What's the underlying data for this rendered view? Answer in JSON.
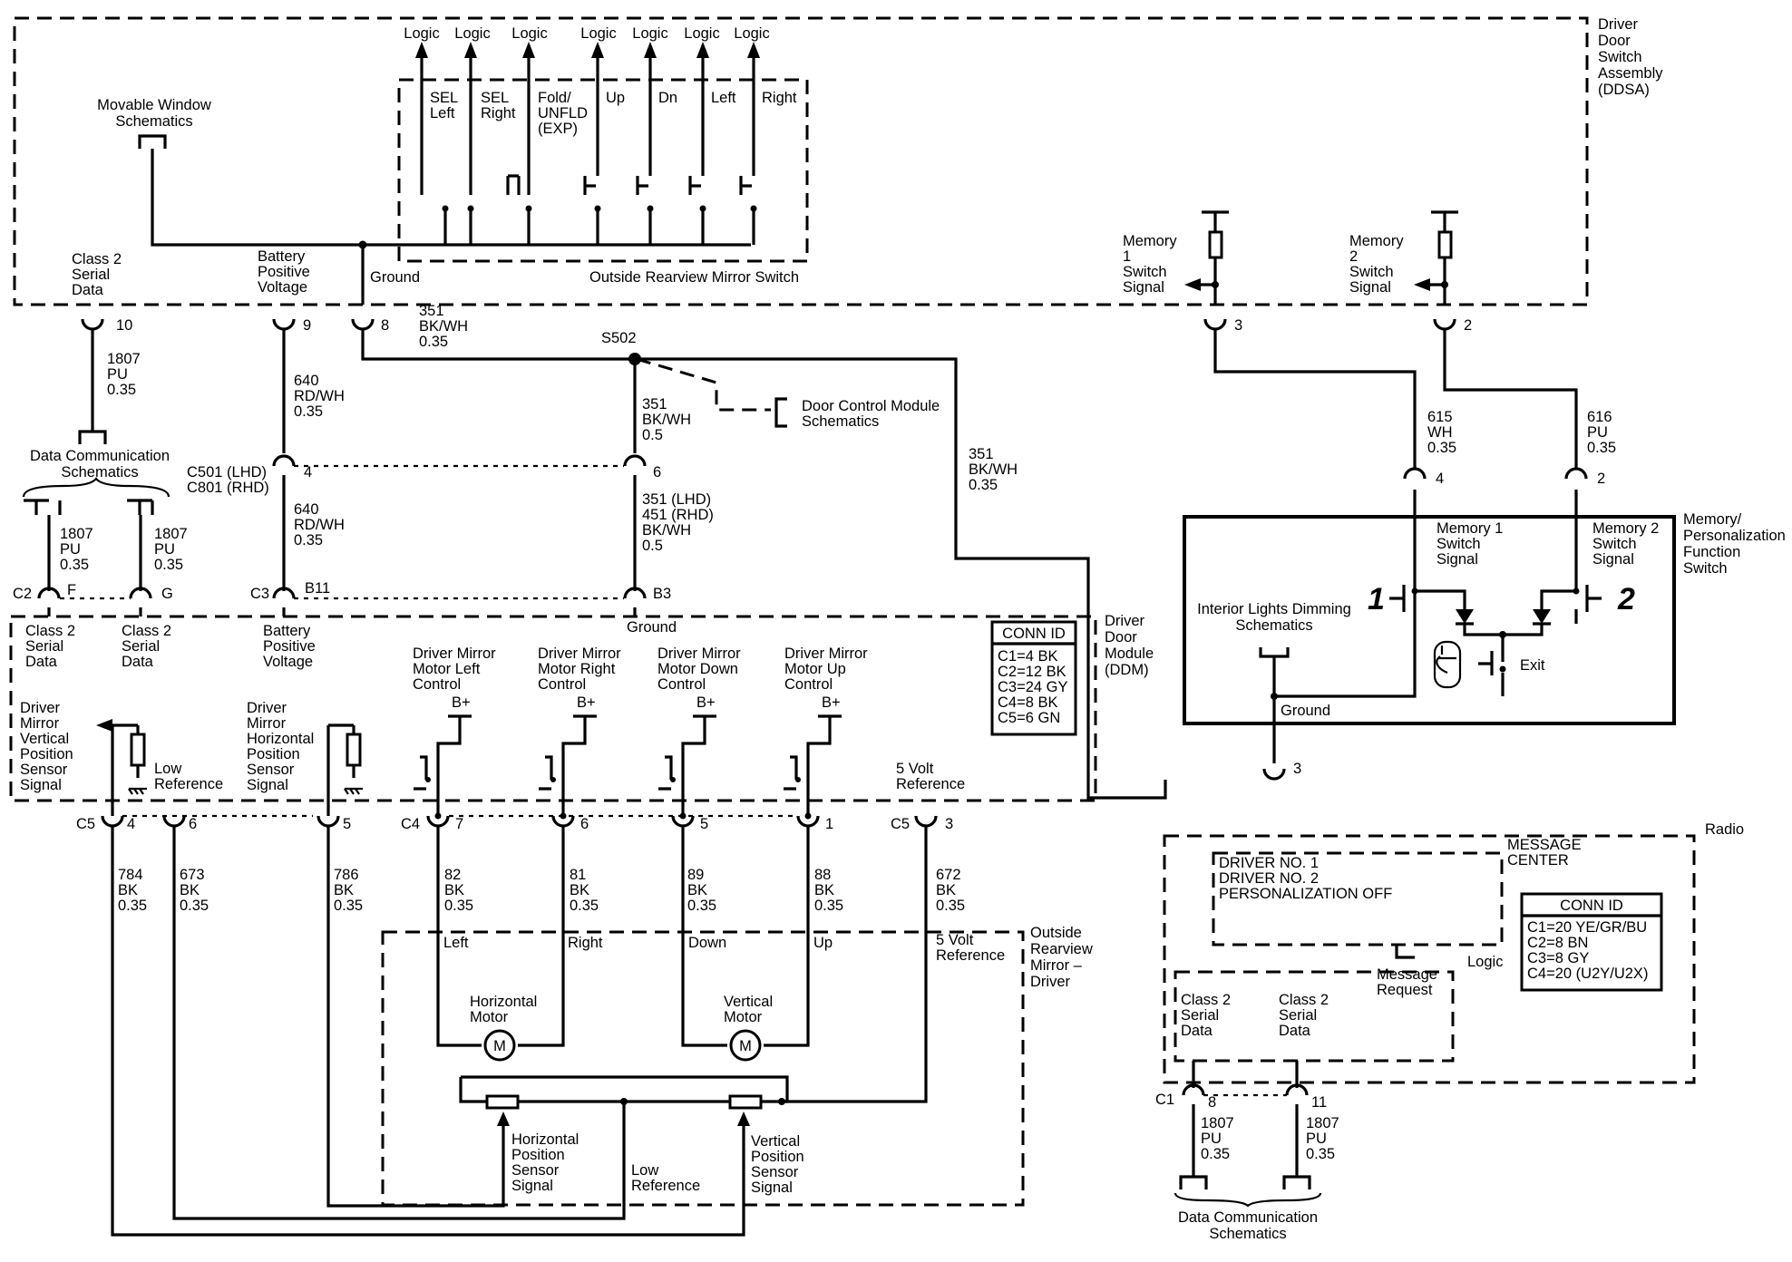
{
  "ddsa": {
    "title": [
      "Driver",
      "Door",
      "Switch",
      "Assembly",
      "(DDSA)"
    ],
    "movable_window": [
      "Movable Window",
      "Schematics"
    ],
    "mirror_switch_label": "Outside Rearview Mirror Switch",
    "logic": [
      "Logic",
      "Logic",
      "Logic",
      "Logic",
      "Logic",
      "Logic",
      "Logic"
    ],
    "switches": [
      [
        "SEL",
        "Left"
      ],
      [
        "SEL",
        "Right"
      ],
      [
        "Fold/",
        "UNFLD",
        "(EXP)"
      ],
      [
        "Up"
      ],
      [
        "Dn"
      ],
      [
        "Left"
      ],
      [
        "Right"
      ]
    ],
    "class2": [
      "Class 2",
      "Serial",
      "Data"
    ],
    "battery": [
      "Battery",
      "Positive",
      "Voltage"
    ],
    "ground": "Ground",
    "memory1": [
      "Memory",
      "1",
      "Switch",
      "Signal"
    ],
    "memory2": [
      "Memory",
      "2",
      "Switch",
      "Signal"
    ],
    "pins": {
      "class2": "10",
      "battery": "9",
      "ground": "8",
      "mem1": "3",
      "mem2": "2"
    }
  },
  "wires": {
    "w1807_top": [
      "1807",
      "PU",
      "0.35"
    ],
    "w351_a": [
      "351",
      "BK/WH",
      "0.35"
    ],
    "w640_a": [
      "640",
      "RD/WH",
      "0.35"
    ],
    "w351_b": [
      "351",
      "BK/WH",
      "0.5"
    ],
    "w351_c": [
      "351",
      "BK/WH",
      "0.35"
    ],
    "w615": [
      "615",
      "WH",
      "0.35"
    ],
    "w616": [
      "616",
      "PU",
      "0.35"
    ],
    "w1807_l": [
      "1807",
      "PU",
      "0.35"
    ],
    "w1807_r": [
      "1807",
      "PU",
      "0.35"
    ],
    "w640_b": [
      "640",
      "RD/WH",
      "0.35"
    ],
    "w351_d": [
      "351 (LHD)",
      "451 (RHD)",
      "BK/WH",
      "0.5"
    ],
    "w784": [
      "784",
      "BK",
      "0.35"
    ],
    "w673": [
      "673",
      "BK",
      "0.35"
    ],
    "w786": [
      "786",
      "BK",
      "0.35"
    ],
    "w82": [
      "82",
      "BK",
      "0.35"
    ],
    "w81": [
      "81",
      "BK",
      "0.35"
    ],
    "w89": [
      "89",
      "BK",
      "0.35"
    ],
    "w88": [
      "88",
      "BK",
      "0.35"
    ],
    "w672": [
      "672",
      "BK",
      "0.35"
    ],
    "w1807_c1": [
      "1807",
      "PU",
      "0.35"
    ],
    "w1807_c2": [
      "1807",
      "PU",
      "0.35"
    ]
  },
  "splice": "S502",
  "door_control": [
    "Door Control Module",
    "Schematics"
  ],
  "data_comm": [
    "Data Communication",
    "Schematics"
  ],
  "data_comm_bottom": [
    "Data Communication",
    "Schematics"
  ],
  "connectors": {
    "c501": [
      "C501 (LHD)",
      "C801 (RHD)"
    ],
    "c501_pins": [
      "4",
      "6"
    ],
    "c2": "C2",
    "c2_pins": [
      "F",
      "G"
    ],
    "c3": "C3",
    "c3_pins": [
      "B11",
      "B3"
    ],
    "c5": "C5",
    "c5_pins": [
      "4",
      "6",
      "5",
      "3"
    ],
    "c5b": "C5",
    "c4": "C4",
    "c4_pins": [
      "7",
      "6",
      "5",
      "1"
    ],
    "mp_pins": [
      "4",
      "2"
    ],
    "mp_ground_pin": "3",
    "c1": "C1",
    "c1_pins": [
      "8",
      "11"
    ]
  },
  "ddm": {
    "title": [
      "Driver",
      "Door",
      "Module",
      "(DDM)"
    ],
    "class2_left": [
      "Class 2",
      "Serial",
      "Data"
    ],
    "class2_right": [
      "Class 2",
      "Serial",
      "Data"
    ],
    "battery": [
      "Battery",
      "Positive",
      "Voltage"
    ],
    "ground": "Ground",
    "mirror_left": [
      "Driver Mirror",
      "Motor Left",
      "Control"
    ],
    "mirror_right": [
      "Driver Mirror",
      "Motor Right",
      "Control"
    ],
    "mirror_down": [
      "Driver Mirror",
      "Motor Down",
      "Control"
    ],
    "mirror_up": [
      "Driver Mirror",
      "Motor Up",
      "Control"
    ],
    "bplus": [
      "B+",
      "B+",
      "B+",
      "B+"
    ],
    "vert_sensor": [
      "Driver",
      "Mirror",
      "Vertical",
      "Position",
      "Sensor",
      "Signal"
    ],
    "horiz_sensor": [
      "Driver",
      "Mirror",
      "Horizontal",
      "Position",
      "Sensor",
      "Signal"
    ],
    "low_ref": [
      "Low",
      "Reference"
    ],
    "five_volt": [
      "5 Volt",
      "Reference"
    ],
    "conn_id_title": "CONN ID",
    "conn_id": [
      "C1=4 BK",
      "C2=12 BK",
      "C3=24 GY",
      "C4=8 BK",
      "C5=6 GN"
    ]
  },
  "mirror": {
    "title": [
      "Outside",
      "Rearview",
      "Mirror –",
      "Driver"
    ],
    "dir_labels": [
      "Left",
      "Right",
      "Down",
      "Up"
    ],
    "five_volt": [
      "5 Volt",
      "Reference"
    ],
    "h_motor": [
      "Horizontal",
      "Motor"
    ],
    "v_motor": [
      "Vertical",
      "Motor"
    ],
    "motor_symbol": "M",
    "h_sensor": [
      "Horizontal",
      "Position",
      "Sensor",
      "Signal"
    ],
    "v_sensor": [
      "Vertical",
      "Position",
      "Sensor",
      "Signal"
    ],
    "low_ref": [
      "Low",
      "Reference"
    ]
  },
  "memory_switch": {
    "title": [
      "Memory/",
      "Personalization",
      "Function",
      "Switch"
    ],
    "memory1": [
      "Memory 1",
      "Switch",
      "Signal"
    ],
    "memory2": [
      "Memory 2",
      "Switch",
      "Signal"
    ],
    "interior": [
      "Interior Lights Dimming",
      "Schematics"
    ],
    "exit": "Exit",
    "ground": "Ground",
    "btn1": "1",
    "btn2": "2"
  },
  "radio": {
    "title": "Radio",
    "message_center": [
      "MESSAGE",
      "CENTER"
    ],
    "display": [
      "DRIVER NO. 1",
      "DRIVER NO. 2",
      "PERSONALIZATION OFF"
    ],
    "message_request": [
      "Message",
      "Request"
    ],
    "logic": "Logic",
    "class2_a": [
      "Class 2",
      "Serial",
      "Data"
    ],
    "class2_b": [
      "Class 2",
      "Serial",
      "Data"
    ],
    "conn_id_title": "CONN ID",
    "conn_id": [
      "C1=20 YE/GR/BU",
      "C2=8 BN",
      "C3=8 GY",
      "C4=20 (U2Y/U2X)"
    ]
  }
}
